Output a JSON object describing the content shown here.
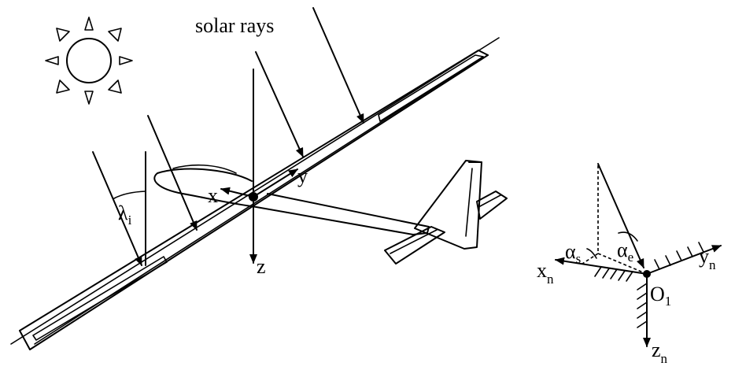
{
  "labels": {
    "solar_rays": "solar rays",
    "x": "x",
    "y": "y",
    "z": "z",
    "lambda": "λ",
    "lambda_sub": "i",
    "xn": "x",
    "xn_sub": "n",
    "yn": "y",
    "yn_sub": "n",
    "zn": "z",
    "zn_sub": "n",
    "O": "O",
    "O_sub": "1",
    "alpha_s": "α",
    "alpha_s_sub": "s",
    "alpha_e": "α",
    "alpha_e_sub": "e"
  },
  "icons": {
    "sun": "sun-icon"
  },
  "colors": {
    "stroke": "#000000",
    "background": "#ffffff"
  }
}
